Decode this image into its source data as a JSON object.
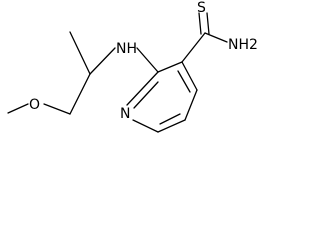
{
  "molecule": {
    "atoms": {
      "thioamide_s": "S",
      "amide_nh2": "NH2",
      "amine_nh": "NH",
      "ring_n": "N",
      "ether_o": "O"
    }
  }
}
